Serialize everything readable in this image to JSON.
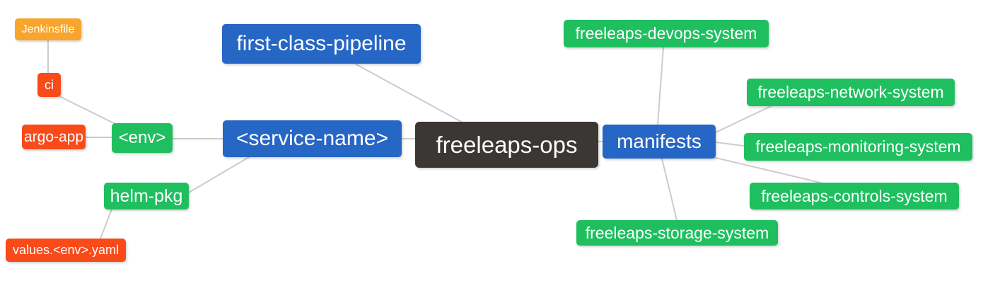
{
  "diagram": {
    "type": "mindmap",
    "root_label": "freeleaps-ops",
    "colors": {
      "blue": "#2666C4",
      "green": "#1FBF5F",
      "red": "#F94A1A",
      "orange": "#F7A52C",
      "dark": "#3B3735",
      "edge": "#CCCCCC",
      "text": "#FFFFFF",
      "background": "#FFFFFF"
    },
    "nodes": [
      {
        "id": "jenkinsfile",
        "label": "Jenkinsfile",
        "color": "orange"
      },
      {
        "id": "ci",
        "label": "ci",
        "color": "red"
      },
      {
        "id": "argo-app",
        "label": "argo-app",
        "color": "red"
      },
      {
        "id": "env",
        "label": "<env>",
        "color": "green"
      },
      {
        "id": "first-class-pipeline",
        "label": "first-class-pipeline",
        "color": "blue"
      },
      {
        "id": "service-name",
        "label": "<service-name>",
        "color": "blue"
      },
      {
        "id": "freeleaps-ops",
        "label": "freeleaps-ops",
        "color": "dark"
      },
      {
        "id": "freeleaps-devops-system",
        "label": "freeleaps-devops-system",
        "color": "green"
      },
      {
        "id": "freeleaps-network-system",
        "label": "freeleaps-network-system",
        "color": "green"
      },
      {
        "id": "freeleaps-monitoring-system",
        "label": "freeleaps-monitoring-system",
        "color": "green"
      },
      {
        "id": "freeleaps-controls-system",
        "label": "freeleaps-controls-system",
        "color": "green"
      },
      {
        "id": "freeleaps-storage-system",
        "label": "freeleaps-storage-system",
        "color": "green"
      },
      {
        "id": "manifests",
        "label": "manifests",
        "color": "blue"
      },
      {
        "id": "helm-pkg",
        "label": "helm-pkg",
        "color": "green"
      },
      {
        "id": "values-env-yaml",
        "label": "values.<env>.yaml",
        "color": "red"
      }
    ],
    "edges": [
      {
        "from": "freeleaps-ops",
        "to": "first-class-pipeline"
      },
      {
        "from": "freeleaps-ops",
        "to": "<service-name>"
      },
      {
        "from": "freeleaps-ops",
        "to": "manifests"
      },
      {
        "from": "<service-name>",
        "to": "<env>"
      },
      {
        "from": "<service-name>",
        "to": "helm-pkg"
      },
      {
        "from": "<env>",
        "to": "ci"
      },
      {
        "from": "<env>",
        "to": "argo-app"
      },
      {
        "from": "ci",
        "to": "Jenkinsfile"
      },
      {
        "from": "helm-pkg",
        "to": "values.<env>.yaml"
      },
      {
        "from": "manifests",
        "to": "freeleaps-devops-system"
      },
      {
        "from": "manifests",
        "to": "freeleaps-network-system"
      },
      {
        "from": "manifests",
        "to": "freeleaps-monitoring-system"
      },
      {
        "from": "manifests",
        "to": "freeleaps-controls-system"
      },
      {
        "from": "manifests",
        "to": "freeleaps-storage-system"
      }
    ]
  }
}
